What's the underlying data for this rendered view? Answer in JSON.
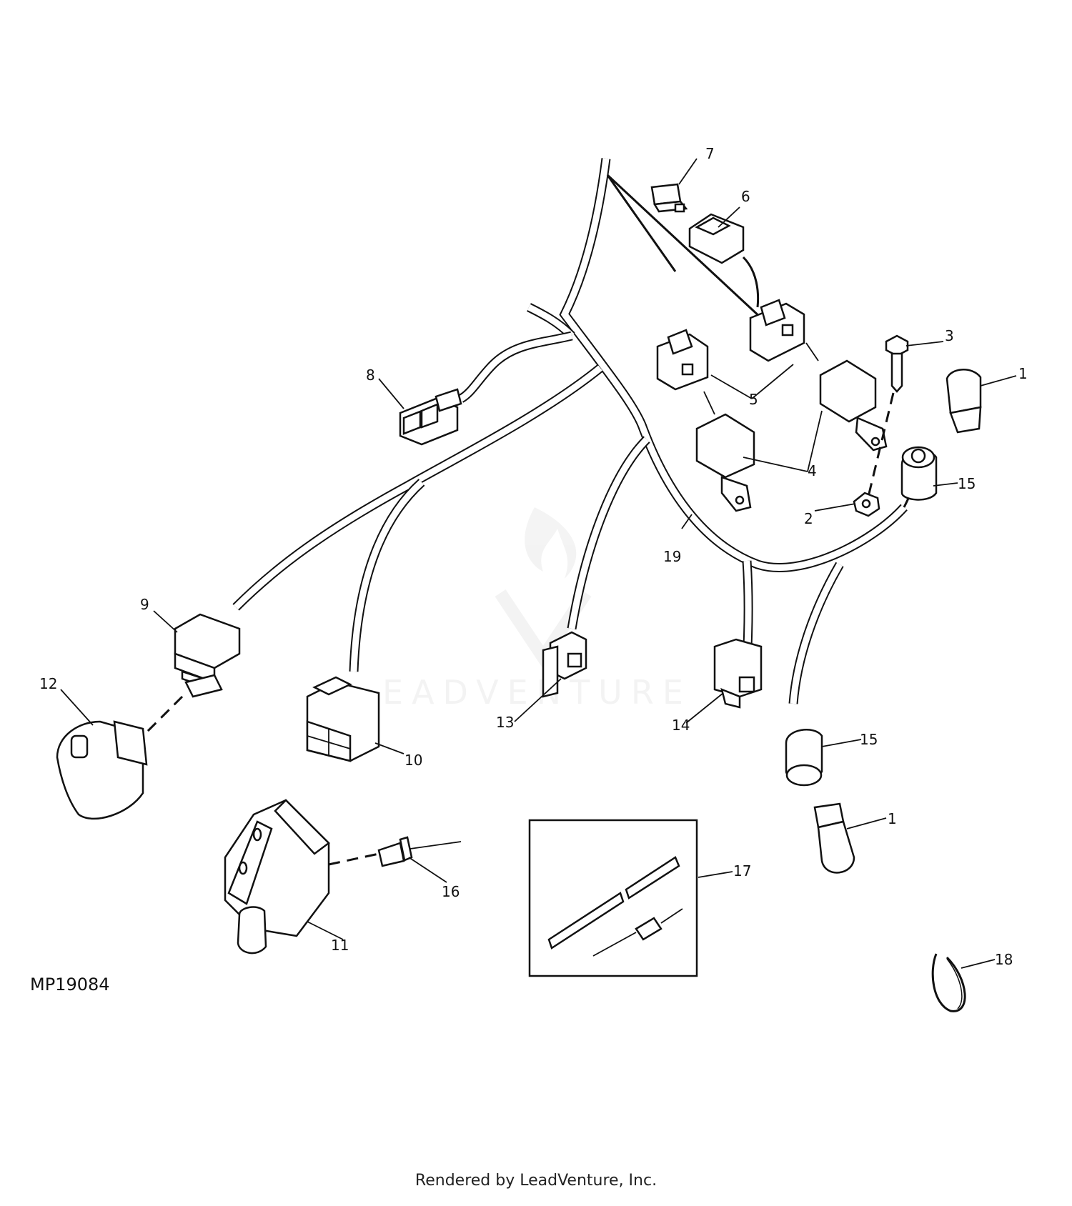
{
  "figure_id": "MP19084",
  "footer": "Rendered by LeadVenture, Inc.",
  "watermark": "EADVENTURE",
  "callouts": {
    "c1a": "1",
    "c1b": "1",
    "c2": "2",
    "c3": "3",
    "c4": "4",
    "c5": "5",
    "c6": "6",
    "c7": "7",
    "c8": "8",
    "c9": "9",
    "c10": "10",
    "c11": "11",
    "c12": "12",
    "c13": "13",
    "c14": "14",
    "c15a": "15",
    "c15b": "15",
    "c16": "16",
    "c17": "17",
    "c18": "18",
    "c19": "19"
  }
}
